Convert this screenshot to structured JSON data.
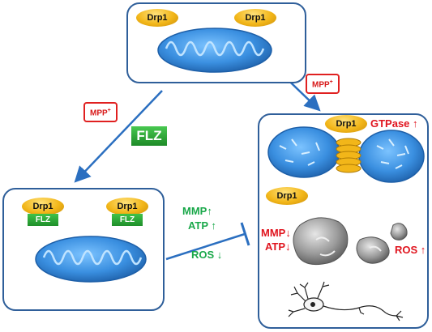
{
  "labels": {
    "drp1": "Drp1",
    "flz": "FLZ",
    "mpp_main": "MPP",
    "mpp_sup": "+",
    "gtpase": "GTPase ↑",
    "mmp_up": "MMP↑",
    "atp_up": "ATP ↑",
    "ros_down": "ROS ↓",
    "mmp_down": "MMP↓",
    "atp_down": "ATP↓",
    "ros_up": "ROS ↑",
    "drp_small": "Drp1"
  },
  "colors": {
    "panel_border": "#2f5f9a",
    "arrow": "#2b6fc0",
    "inhibit": "#2b6fc0",
    "green_text": "#1aa84a",
    "red_text": "#e0141e",
    "drp1_fill": "#f2b619",
    "mito_fill": "#3a8fe0"
  }
}
